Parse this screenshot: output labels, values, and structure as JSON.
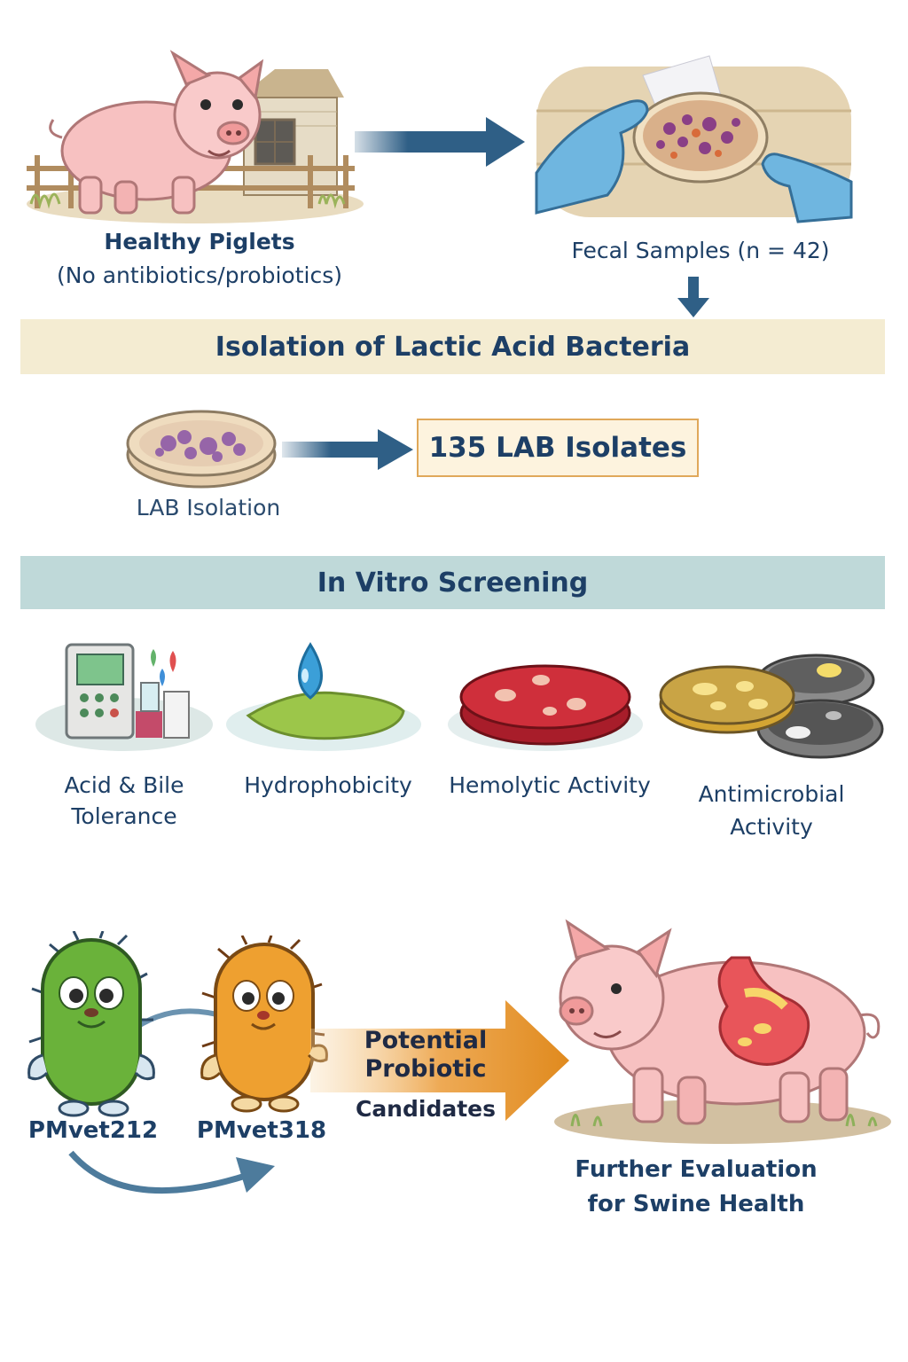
{
  "source": {
    "title": "Healthy Piglets",
    "subtitle": "(No antibiotics/probiotics)"
  },
  "samples": {
    "label": "Fecal Samples (n = 42)"
  },
  "isolation": {
    "banner": "Isolation of Lactic Acid Bacteria",
    "plate_label": "LAB Isolation",
    "result": "135 LAB Isolates"
  },
  "screening": {
    "banner": "In Vitro Screening",
    "assays": [
      {
        "line1": "Acid & Bile",
        "line2": "Tolerance",
        "icon": "ph-meter-icon"
      },
      {
        "line1": "Hydrophobicity",
        "line2": "",
        "icon": "water-drop-icon"
      },
      {
        "line1": "Hemolytic Activity",
        "line2": "",
        "icon": "blood-agar-plate-icon"
      },
      {
        "line1": "Antimicrobial",
        "line2": "Activity",
        "icon": "petri-dishes-icon"
      }
    ]
  },
  "candidates": {
    "strain_a": "PMvet212",
    "strain_b": "PMvet318",
    "arrow_line1": "Potential",
    "arrow_line2": "Probiotic",
    "arrow_line3": "Candidates"
  },
  "outcome": {
    "line1": "Further Evaluation",
    "line2": "for Swine Health"
  },
  "colors": {
    "navy": "#1d3f66",
    "arrow_blue": "#2f5f86",
    "banner_beige": "#f4ecd2",
    "banner_teal": "#bfd9d9",
    "result_border": "#e0a85a",
    "orange_arrow": "#e08a1e"
  }
}
